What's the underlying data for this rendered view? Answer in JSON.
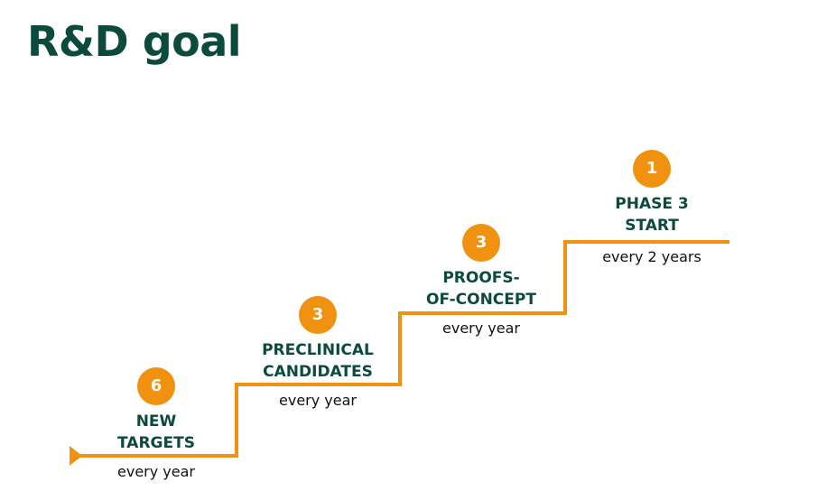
{
  "title": "R&D goal",
  "colors": {
    "title": "#0b4a3c",
    "accent": "#f0920f",
    "label": "#0b4a3c",
    "text": "#111111"
  },
  "steps": [
    {
      "count": "6",
      "label_lines": [
        "NEW",
        "TARGETS"
      ],
      "frequency": "every year"
    },
    {
      "count": "3",
      "label_lines": [
        "PRECLINICAL",
        "CANDIDATES"
      ],
      "frequency": "every year"
    },
    {
      "count": "3",
      "label_lines": [
        "PROOFS-",
        "OF-CONCEPT"
      ],
      "frequency": "every year"
    },
    {
      "count": "1",
      "label_lines": [
        "PHASE 3",
        "START"
      ],
      "frequency": "every 2 years"
    }
  ]
}
